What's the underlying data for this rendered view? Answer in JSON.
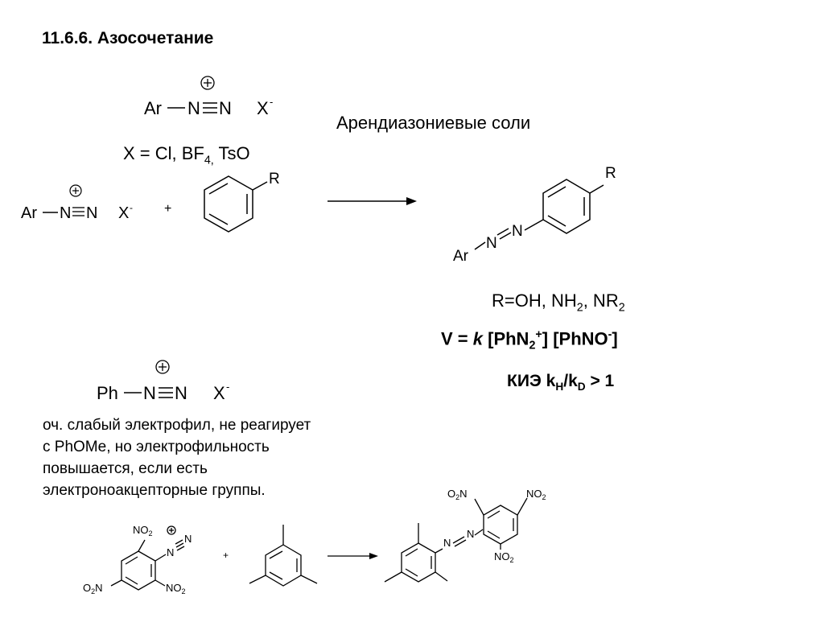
{
  "heading": "11.6.6. Азосочетание",
  "diazonium_general": {
    "ar": "Ar",
    "n1": "N",
    "n2": "N",
    "charge": "+",
    "anion": "X",
    "anion_charge": "-"
  },
  "salts_label": "Арендиазониевые соли",
  "x_definition": {
    "prefix": "X = Cl, BF",
    "sub": "4,",
    "suffix": " TsO"
  },
  "reaction1": {
    "diazonium": {
      "ar": "Ar",
      "n1": "N",
      "n2": "N",
      "charge": "+",
      "anion": "X",
      "anion_charge": "-"
    },
    "plus": "+",
    "arene_substituent": "R",
    "product": {
      "ar": "Ar",
      "n1": "N",
      "n2": "N",
      "substituent": "R"
    }
  },
  "r_definition": {
    "p1": "R=OH, NH",
    "s1": "2",
    "p2": ", NR",
    "s2": "2"
  },
  "rate_equation": {
    "v": "V = ",
    "k": "k",
    "b1": " [PhN",
    "s1": "2",
    "sup1": "+",
    "b2": "] [PhNO",
    "sup2": "-",
    "b3": "]"
  },
  "kie": {
    "label": "КИЭ k",
    "s1": "H",
    "slash": "/k",
    "s2": "D",
    "tail": " > 1"
  },
  "phenyl_diazonium": {
    "ph": "Ph",
    "n1": "N",
    "n2": "N",
    "charge": "+",
    "anion": "X",
    "anion_charge": "-"
  },
  "note_lines": [
    "оч. слабый электрофил, не реагирует",
    "с PhOMe, но электрофильность",
    "повышается, если есть",
    "электроноакцепторные группы."
  ],
  "reaction2": {
    "no2_label": "NO",
    "no2_sub": "2",
    "o2n_label": "O",
    "o2n_sub": "2",
    "o2n_tail": "N",
    "n_label": "N",
    "charge": "+",
    "plus": "+"
  }
}
